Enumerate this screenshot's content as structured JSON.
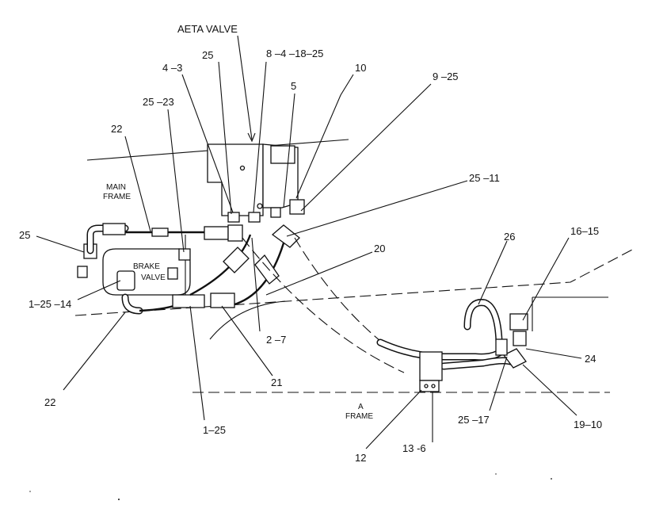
{
  "callouts": {
    "aeta_valve": "AETA  VALVE",
    "c_25_top": "25",
    "c_8_4_18_25": "8 –4 –18–25",
    "c_4_3": "4 –3",
    "c_10": "10",
    "c_9_25": "9 –25",
    "c_5": "5",
    "c_25_23": "25 –23",
    "c_22_top": "22",
    "c_25_11": "25   –11",
    "c_25_left": "25",
    "c_26": "26",
    "c_16_15": "16–15",
    "c_20": "20",
    "c_1_25_14": "1–25 –14",
    "c_2_7": "2 –7",
    "c_24": "24",
    "c_21": "21",
    "c_22_bottom": "22",
    "c_1_25": "1–25",
    "c_25_17": "25 –17",
    "c_19_10": "19–10",
    "c_12": "12",
    "c_13_6": "13  -6"
  },
  "labels": {
    "main_frame_1": "MAIN",
    "main_frame_2": "FRAME",
    "brake_valve_1": "BRAKE",
    "brake_valve_2": "VALVE",
    "a_frame_1": "A",
    "a_frame_2": "FRAME"
  }
}
